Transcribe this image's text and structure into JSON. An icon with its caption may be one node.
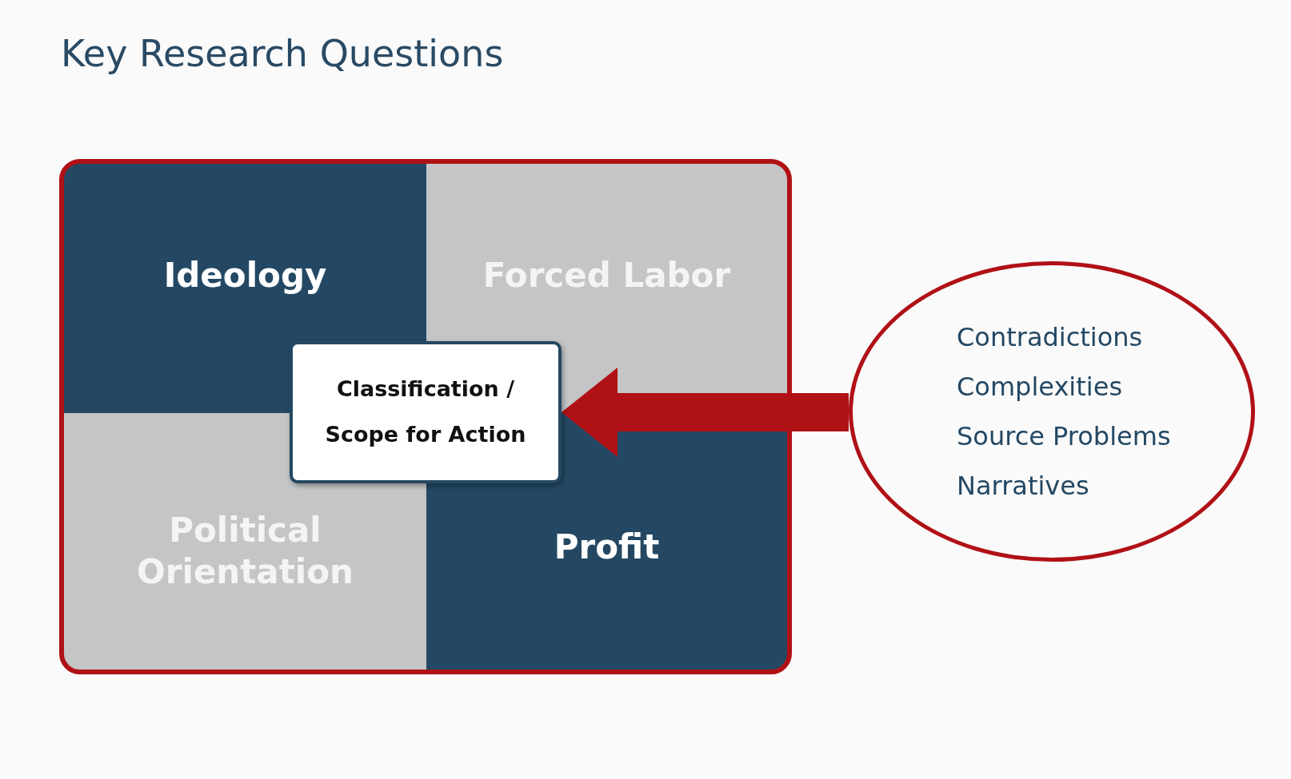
{
  "diagram": {
    "title": "Key Research Questions",
    "nodes": [
      {
        "text": [],
        "shape": "box"
      },
      {
        "text": [
          "Ideology"
        ],
        "in": 0
      },
      {
        "text": [
          "Forced Labor"
        ],
        "in": 0
      },
      {
        "text": [
          "Political Orientation"
        ],
        "in": 0
      },
      {
        "text": [
          "Profit"
        ],
        "in": 0
      },
      {
        "text": [
          "Classification / Scope for Action"
        ],
        "in": 0
      },
      {
        "text": [
          "Contradictions",
          "Complexities",
          "Source Problems",
          "Narratives"
        ]
      }
    ],
    "edges": [
      {
        "from": 6,
        "to": 5,
        "arrow": "to",
        "style": "thick"
      }
    ]
  }
}
